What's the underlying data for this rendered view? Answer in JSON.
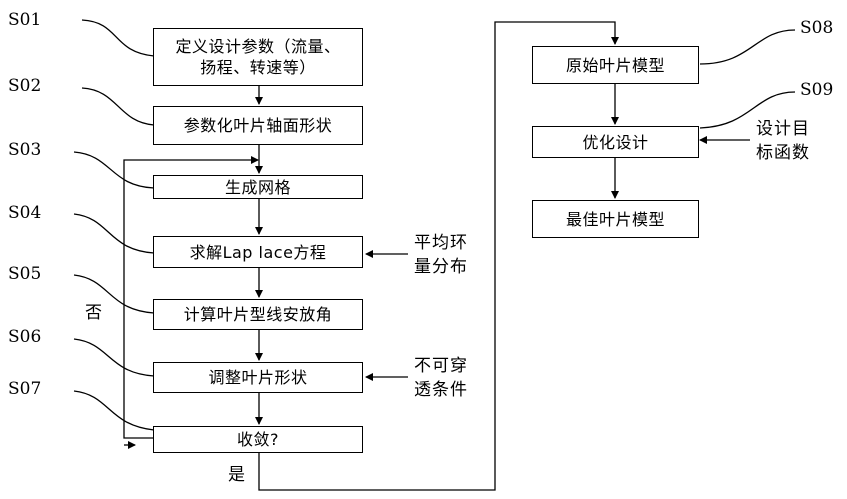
{
  "steps": {
    "s01": "S01",
    "s02": "S02",
    "s03": "S03",
    "s04": "S04",
    "s05": "S05",
    "s06": "S06",
    "s07": "S07",
    "s08": "S08",
    "s09": "S09"
  },
  "boxes": {
    "define_params": "定义设计参数（流量、\n扬程、转速等）",
    "parametrize": "参数化叶片轴面形状",
    "mesh": "生成网格",
    "laplace": "求解Lap lace方程",
    "blade_angle": "计算叶片型线安放角",
    "adjust_shape": "调整叶片形状",
    "converge": "收敛?",
    "original_model": "原始叶片模型",
    "optimize": "优化设计",
    "best_model": "最佳叶片模型"
  },
  "inputs": {
    "circulation": "平均环\n量分布",
    "impermeable": "不可穿\n透条件",
    "objective": "设计目\n标函数"
  },
  "labels": {
    "no": "否",
    "yes": "是"
  }
}
